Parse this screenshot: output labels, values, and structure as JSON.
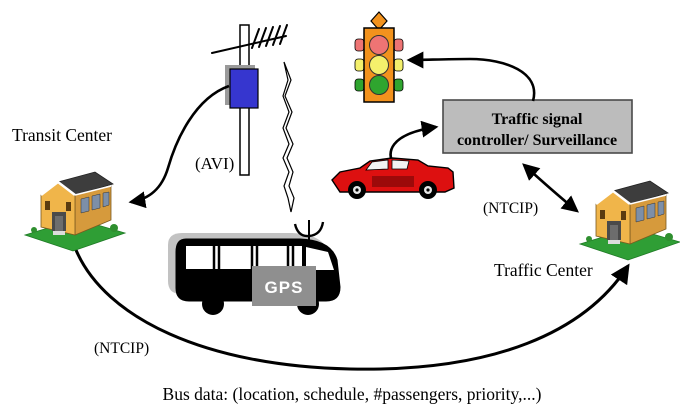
{
  "diagram": {
    "labels": {
      "transit_center": "Transit Center",
      "traffic_center": "Traffic Center",
      "avi": "(AVI)",
      "ntcip_bus_link": "(NTCIP)",
      "ntcip_controller_link": "(NTCIP)",
      "gps": "GPS",
      "controller_line1": "Traffic signal",
      "controller_line2": "controller/ Surveillance",
      "caption": "Bus data: (location, schedule, #passengers, priority,...)"
    },
    "colors": {
      "avi_reader": "#3636cf",
      "avi_reader_shadow": "#9a9a9a",
      "controller_box_fill": "#bcbcbc",
      "controller_box_border": "#4a4a4a",
      "signal_body": "#f2921d",
      "signal_red": "#ee7474",
      "signal_yellow": "#f4f06c",
      "signal_green": "#2fa52f",
      "car_red": "#dd1010",
      "car_dark": "#9c0a0a",
      "bus_black": "#000000",
      "gps_box": "#8f8f8f",
      "house_front": "#f0b54a",
      "house_side": "#d69a3c",
      "house_roof": "#3d3d3d",
      "lawn": "#2f9e35",
      "arrow": "#000000"
    },
    "connections": [
      {
        "from": "avi-reader",
        "to": "transit-center-house"
      },
      {
        "from": "car",
        "to": "traffic-signal-controller"
      },
      {
        "from": "traffic-signal-controller",
        "to": "traffic-light"
      },
      {
        "from": "traffic-signal-controller",
        "to": "traffic-center-house",
        "label": "(NTCIP)",
        "bidirectional": true
      },
      {
        "from": "transit-center-house",
        "to": "traffic-center-house",
        "label": "(NTCIP)"
      },
      {
        "from": "roadside-antenna",
        "to": "bus-gps-antenna",
        "type": "wireless"
      }
    ]
  }
}
